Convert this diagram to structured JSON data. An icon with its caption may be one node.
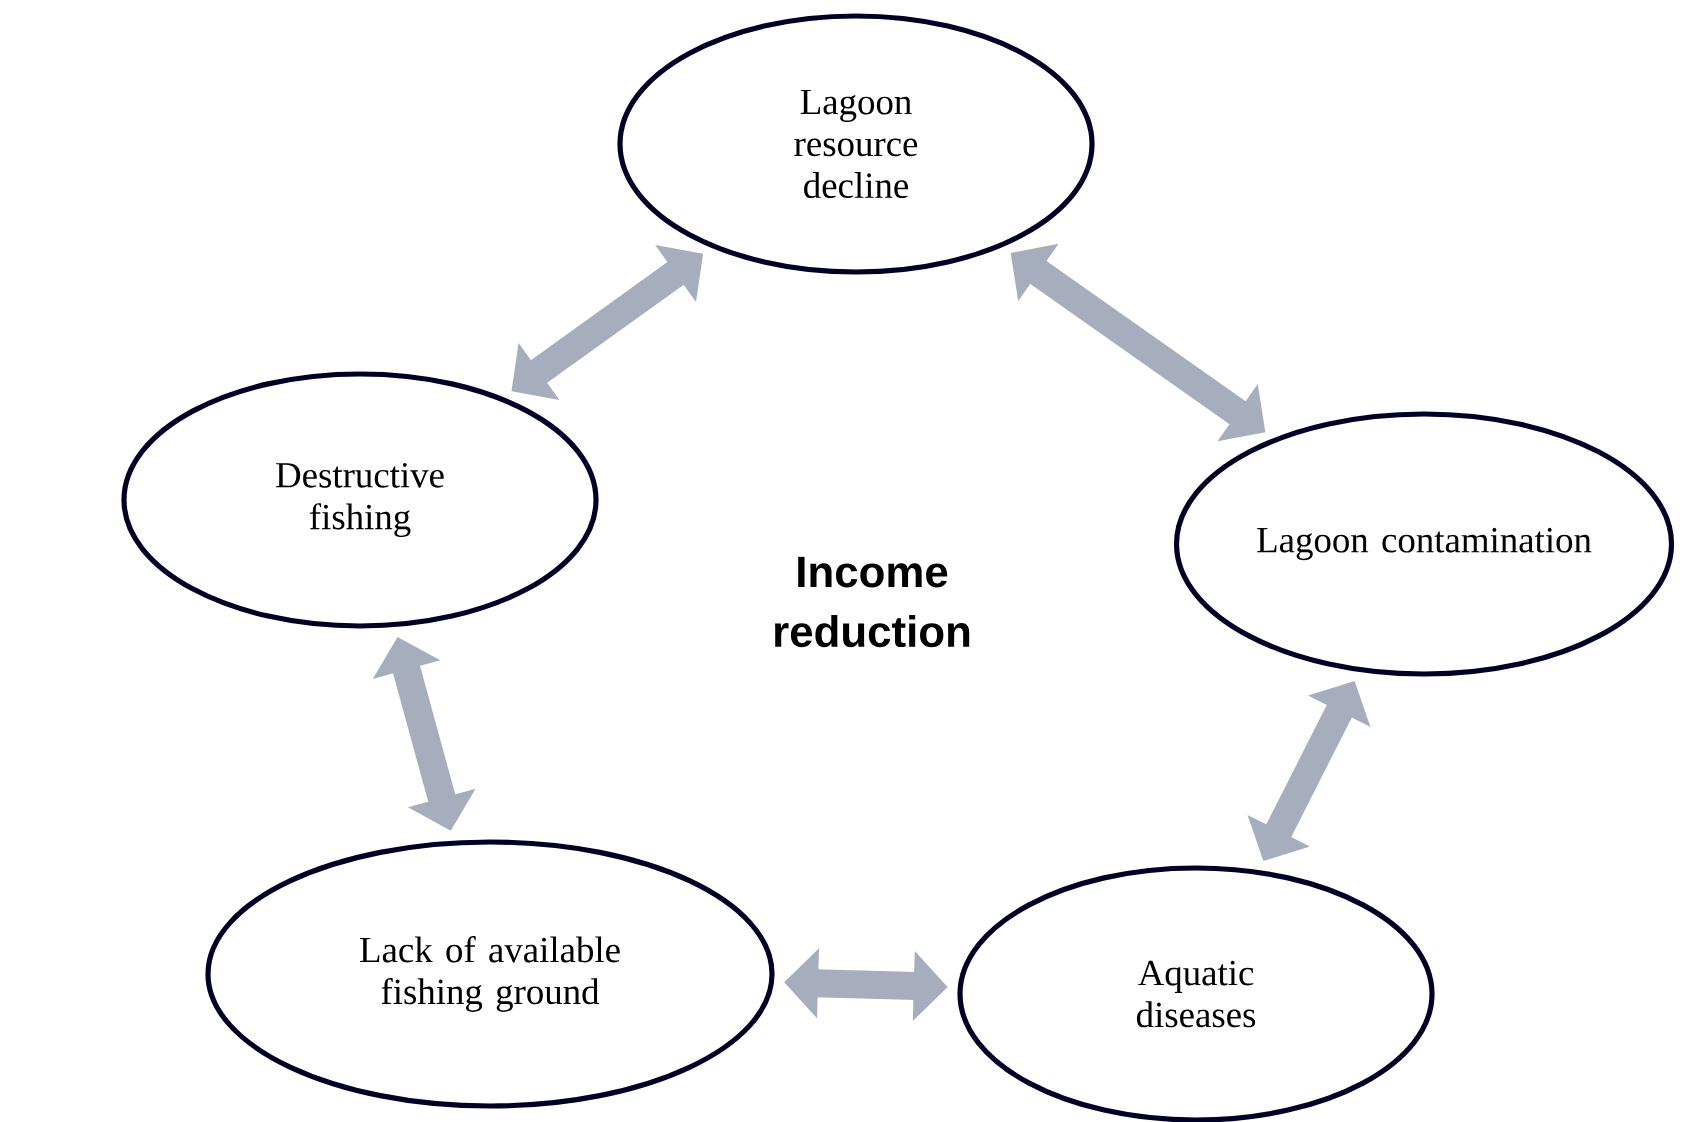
{
  "diagram": {
    "nodes": [
      {
        "text": [
          "Lagoon resource decline"
        ]
      },
      {
        "text": [
          "Destructive fishing"
        ]
      },
      {
        "text": [
          "Lagoon contamination"
        ]
      },
      {
        "text": [
          "Lack of available fishing ground"
        ]
      },
      {
        "text": [
          "Aquatic diseases"
        ]
      }
    ],
    "edges": [
      {
        "from": 0,
        "to": 1,
        "arrow": "both"
      },
      {
        "from": 0,
        "to": 2,
        "arrow": "both"
      },
      {
        "from": 1,
        "to": 3,
        "arrow": "both"
      },
      {
        "from": 2,
        "to": 4,
        "arrow": "both"
      },
      {
        "from": 3,
        "to": 4,
        "arrow": "both"
      }
    ],
    "labels": [
      "Income reduction"
    ]
  }
}
